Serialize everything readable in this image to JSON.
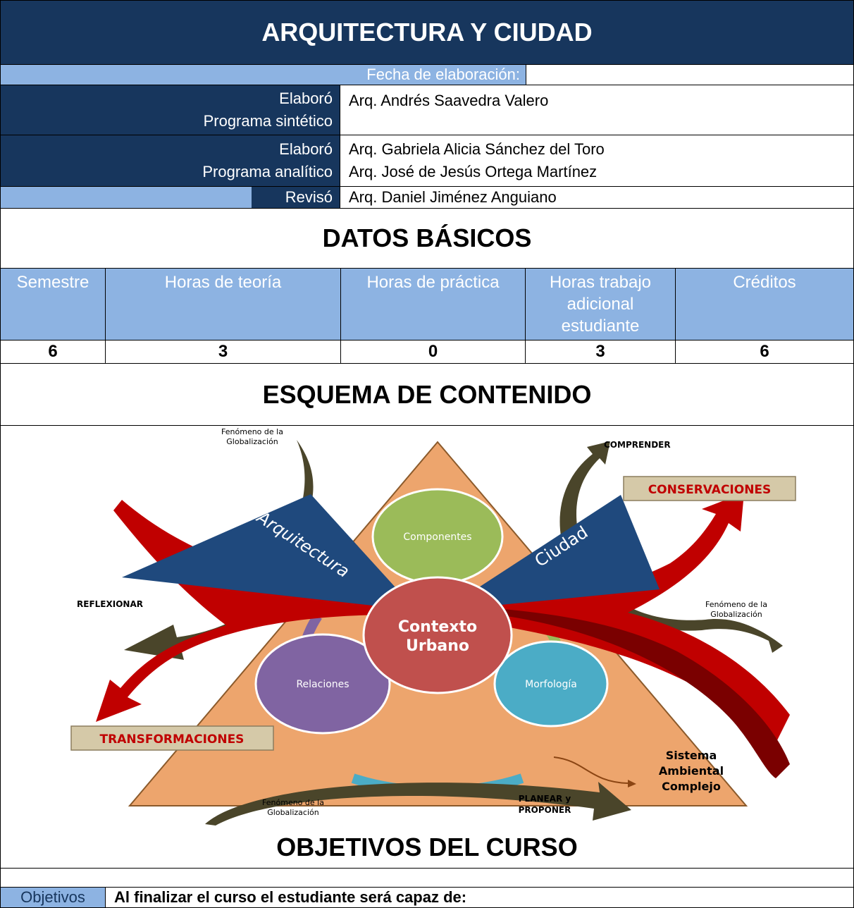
{
  "title": "ARQUITECTURA Y CIUDAD",
  "fecha": {
    "label": "Fecha de elaboración:",
    "value": ""
  },
  "elaboro_sintetico": {
    "label1": "Elaboró",
    "label2": "Programa sintético",
    "value": "Arq. Andrés Saavedra Valero"
  },
  "elaboro_analitico": {
    "label1": "Elaboró",
    "label2": "Programa analítico",
    "value1": "Arq. Gabriela Alicia Sánchez del Toro",
    "value2": "Arq. José de Jesús Ortega Martínez"
  },
  "reviso": {
    "label": "Revisó",
    "value": "Arq. Daniel Jiménez Anguiano"
  },
  "datos_basicos": {
    "heading": "DATOS BÁSICOS",
    "headers": [
      "Semestre",
      "Horas de teoría",
      "Horas de práctica",
      "Horas trabajo adicional estudiante",
      "Créditos"
    ],
    "values": [
      "6",
      "3",
      "0",
      "3",
      "6"
    ]
  },
  "esquema": {
    "heading": "ESQUEMA DE CONTENIDO",
    "diagram": {
      "globalizacion_top": [
        "Fenómeno de la",
        "Globalización"
      ],
      "globalizacion_right": [
        "Fenómeno de la",
        "Globalización"
      ],
      "globalizacion_bottom": [
        "Fenómeno de la",
        "Globalización"
      ],
      "comprender": "COMPRENDER",
      "conservaciones": "CONSERVACIONES",
      "transformaciones": "TRANSFORMACIONES",
      "reflexionar": "REFLEXIONAR",
      "planear": [
        "PLANEAR y",
        "PROPONER"
      ],
      "sistema": [
        "Sistema",
        "Ambiental",
        "Complejo"
      ],
      "arquitectura": "Arquitectura",
      "ciudad": "Ciudad",
      "componentes": "Componentes",
      "relaciones": "Relaciones",
      "morfologia": "Morfología",
      "contexto": [
        "Contexto",
        "Urbano"
      ],
      "colors": {
        "triangle": "#eda56d",
        "componentes": "#9bbb59",
        "relaciones": "#8064a2",
        "morfologia": "#4bacc6",
        "contexto": "#c0504d",
        "blue_shape": "#1f497d",
        "red_arrow": "#c00000",
        "dark_arrow": "#4a452a"
      }
    }
  },
  "objetivos": {
    "heading": "OBJETIVOS DEL CURSO",
    "label": "Objetivos",
    "text": "Al finalizar el curso el estudiante será capaz de:"
  }
}
